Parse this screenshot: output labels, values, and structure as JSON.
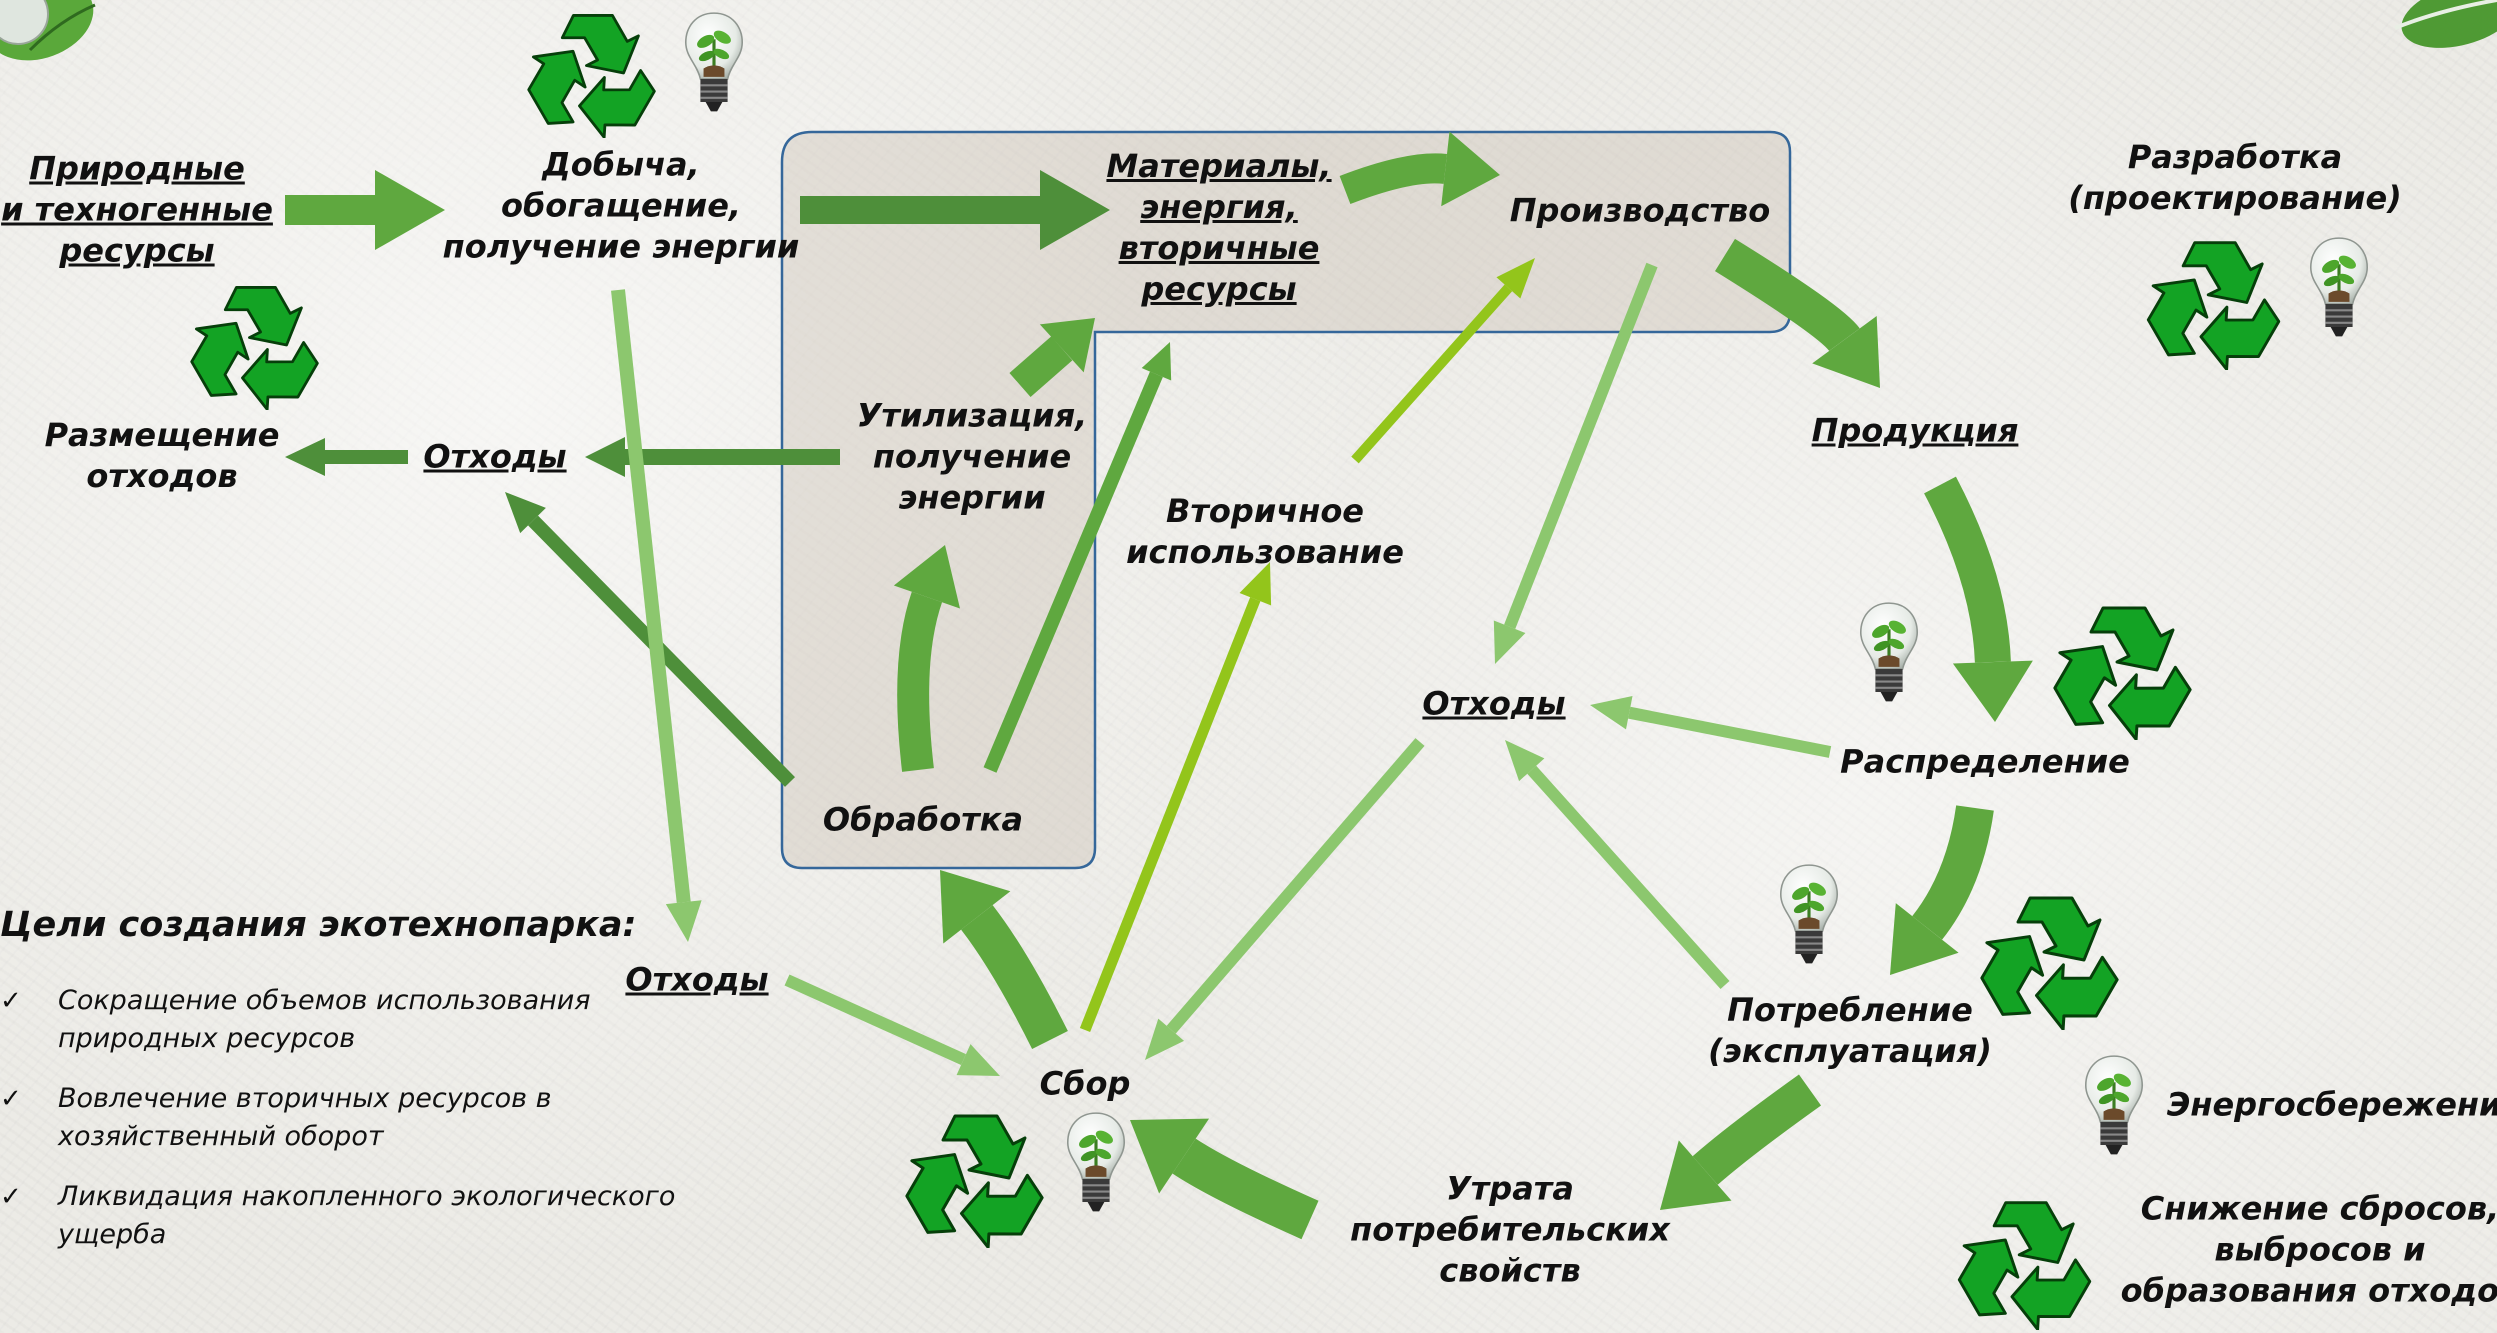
{
  "diagram": {
    "nodes": {
      "natural_resources": "Природные\nи техногенные\nресурсы",
      "extraction": "Добыча,\nобогащение,\nполучение энергии",
      "materials": "Материалы,\nэнергия,\nвторичные\nресурсы",
      "production": "Производство",
      "design": "Разработка\n(проектирование)",
      "products": "Продукция",
      "distribution": "Распределение",
      "consumption": "Потребление\n(эксплуатация)",
      "energy_saving": "Энергосбережение",
      "emission_reduction": "Снижение сбросов,\nвыбросов и\nобразования отходов",
      "loss_of_properties": "Утрата\nпотребительских\nсвойств",
      "collection": "Сбор",
      "processing": "Обработка",
      "utilization": "Утилизация,\nполучение\nэнергии",
      "secondary_use": "Вторичное\nиспользование",
      "waste_placement": "Размещение\nотходов",
      "waste_left": "Отходы",
      "waste_center": "Отходы",
      "waste_bottom": "Отходы"
    }
  },
  "goals": {
    "title": "Цели создания экотехнопарка:",
    "items": [
      "Сокращение объемов использования природных ресурсов",
      "Вовлечение вторичных ресурсов в хозяйственный оборот",
      "Ликвидация накопленного экологического ущерба"
    ],
    "check_glyph": "✓"
  },
  "colors": {
    "arrow_dark": "#4e8f3a",
    "arrow_mid": "#5fa83f",
    "arrow_light": "#8cc76e",
    "arrow_lime": "#93c51b",
    "recycle_green": "#13a324",
    "frame_blue": "#35679a"
  },
  "icons": [
    "recycle-icon",
    "lightbulb-sprout-icon",
    "leaf-icon"
  ]
}
